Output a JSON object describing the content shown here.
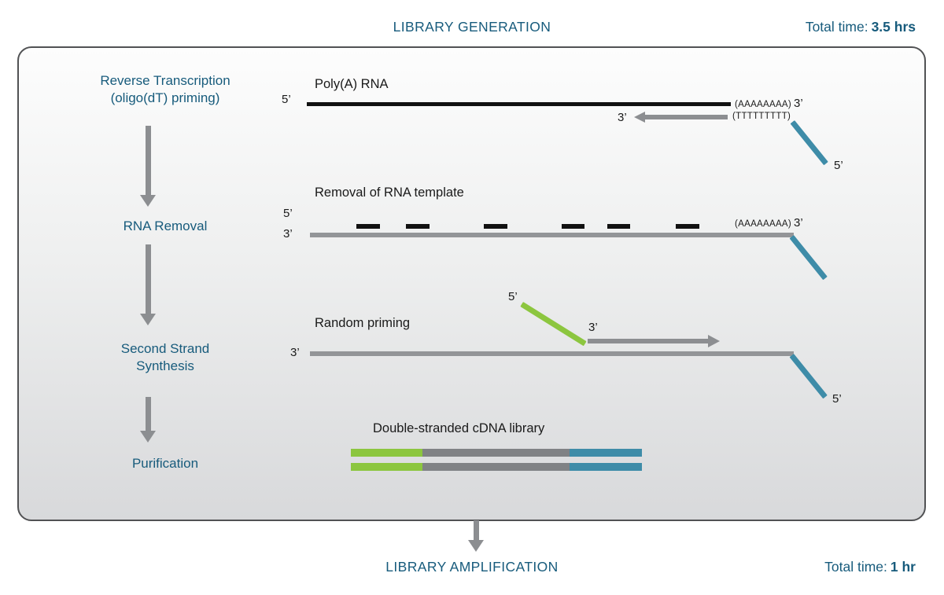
{
  "colors": {
    "accent": "#175b7c",
    "strand_teal": "#3e8ca8",
    "strand_green": "#8cc63f",
    "line_gray": "#939598",
    "arrow_gray": "#8c8e91",
    "bar_gray": "#808285",
    "box_border": "#515254",
    "box_bg_top": "#fdfdfd",
    "box_bg_bottom": "#d8d9db"
  },
  "header": {
    "title": "LIBRARY GENERATION",
    "total_time_label": "Total time:",
    "total_time_value": "3.5 hrs"
  },
  "footer": {
    "title": "LIBRARY AMPLIFICATION",
    "total_time_label": "Total time:",
    "total_time_value": "1 hr"
  },
  "steps": [
    {
      "label": "Reverse Transcription\n(oligo(dT) priming)"
    },
    {
      "label": "RNA Removal"
    },
    {
      "label": "Second Strand\nSynthesis"
    },
    {
      "label": "Purification"
    }
  ],
  "rows": {
    "rt": {
      "title": "Poly(A) RNA",
      "rna_5": "5’",
      "primer_3": "3’",
      "polya_seq": "(AAAAAAAA)",
      "polya_prime": "3’",
      "polyt_seq": "(TTTTTTTTT)",
      "adapter_5": "5’"
    },
    "removal": {
      "title": "Removal of RNA template",
      "top_5": "5’",
      "bottom_3": "3’",
      "polya_seq": "(AAAAAAAA)",
      "polya_prime": "3’"
    },
    "second": {
      "title": "Random priming",
      "primer_5": "5’",
      "primer_3": "3’",
      "template_3": "3’",
      "adapter_5": "5’"
    },
    "purification": {
      "title": "Double-stranded cDNA library"
    }
  }
}
